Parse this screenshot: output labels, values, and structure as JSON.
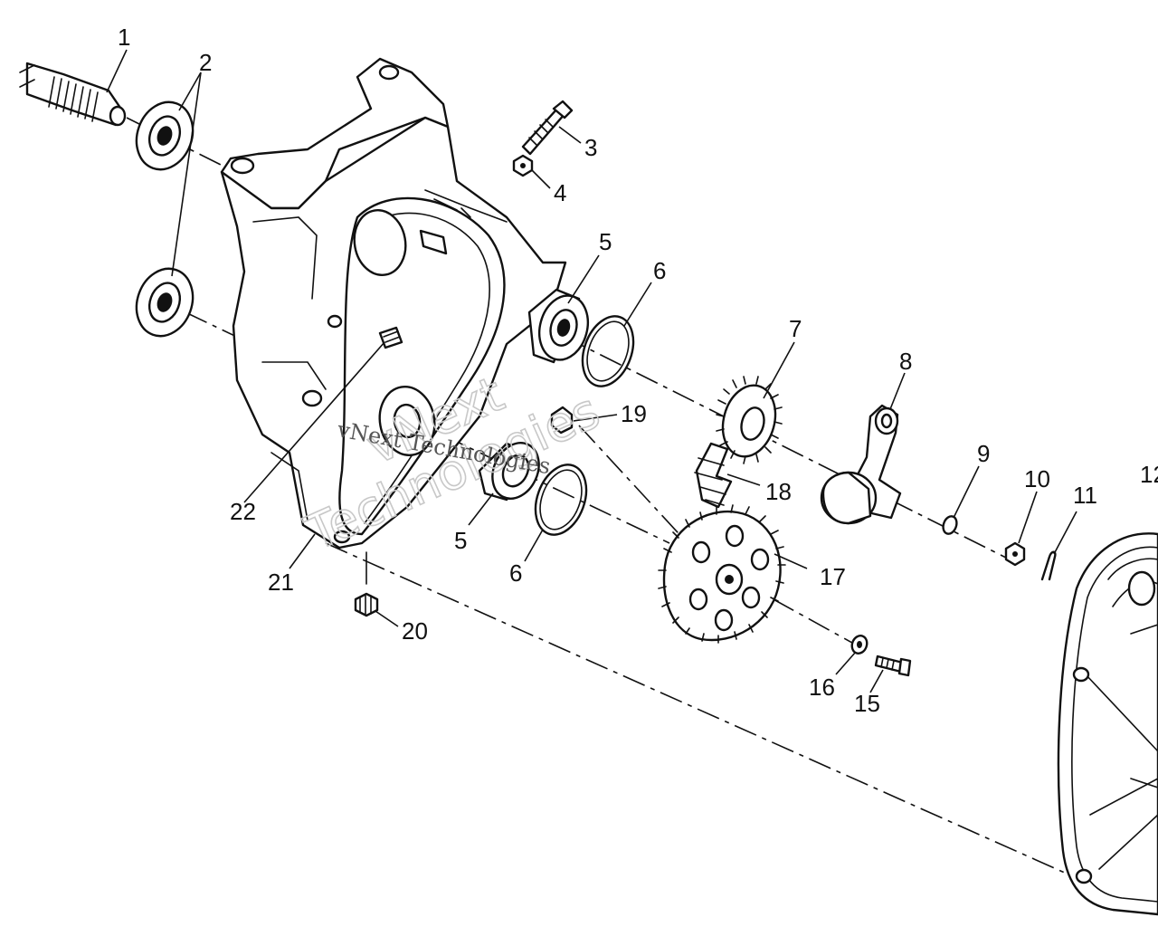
{
  "callouts": {
    "c1": "1",
    "c2": "2",
    "c3": "3",
    "c4": "4",
    "c5a": "5",
    "c5b": "5",
    "c6a": "6",
    "c6b": "6",
    "c7": "7",
    "c8": "8",
    "c9": "9",
    "c10": "10",
    "c11": "11",
    "c12": "12",
    "c15": "15",
    "c16": "16",
    "c17": "17",
    "c18": "18",
    "c19": "19",
    "c20": "20",
    "c21": "21",
    "c22": "22"
  },
  "watermark": {
    "large_line1": "vNext",
    "large_line2": "Technologies",
    "small": "vNext Technologies"
  },
  "colors": {
    "ink": "#111111",
    "paper": "#ffffff",
    "watermark": "#c8c8c8"
  }
}
